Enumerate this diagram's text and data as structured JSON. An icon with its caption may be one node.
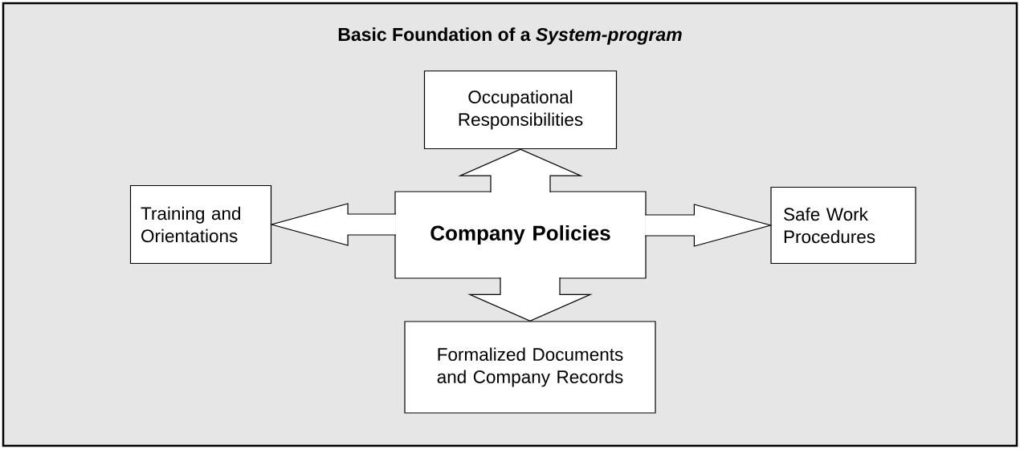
{
  "diagram": {
    "title": "Basic Foundation of a *System-program*",
    "nodes": [
      {
        "text": [
          "Occupational Responsibilities"
        ]
      },
      {
        "text": [
          "Training and Orientations"
        ]
      },
      {
        "text": [
          "Company Policies"
        ]
      },
      {
        "text": [
          "Safe Work Procedures"
        ]
      },
      {
        "text": [
          "Formalized Documents and Company Records"
        ]
      }
    ],
    "edges": [
      {
        "from": 2,
        "to": 0,
        "arrow": "to"
      },
      {
        "from": 2,
        "to": 1,
        "arrow": "to"
      },
      {
        "from": 2,
        "to": 3,
        "arrow": "to"
      },
      {
        "from": 2,
        "to": 4,
        "arrow": "to"
      }
    ]
  }
}
